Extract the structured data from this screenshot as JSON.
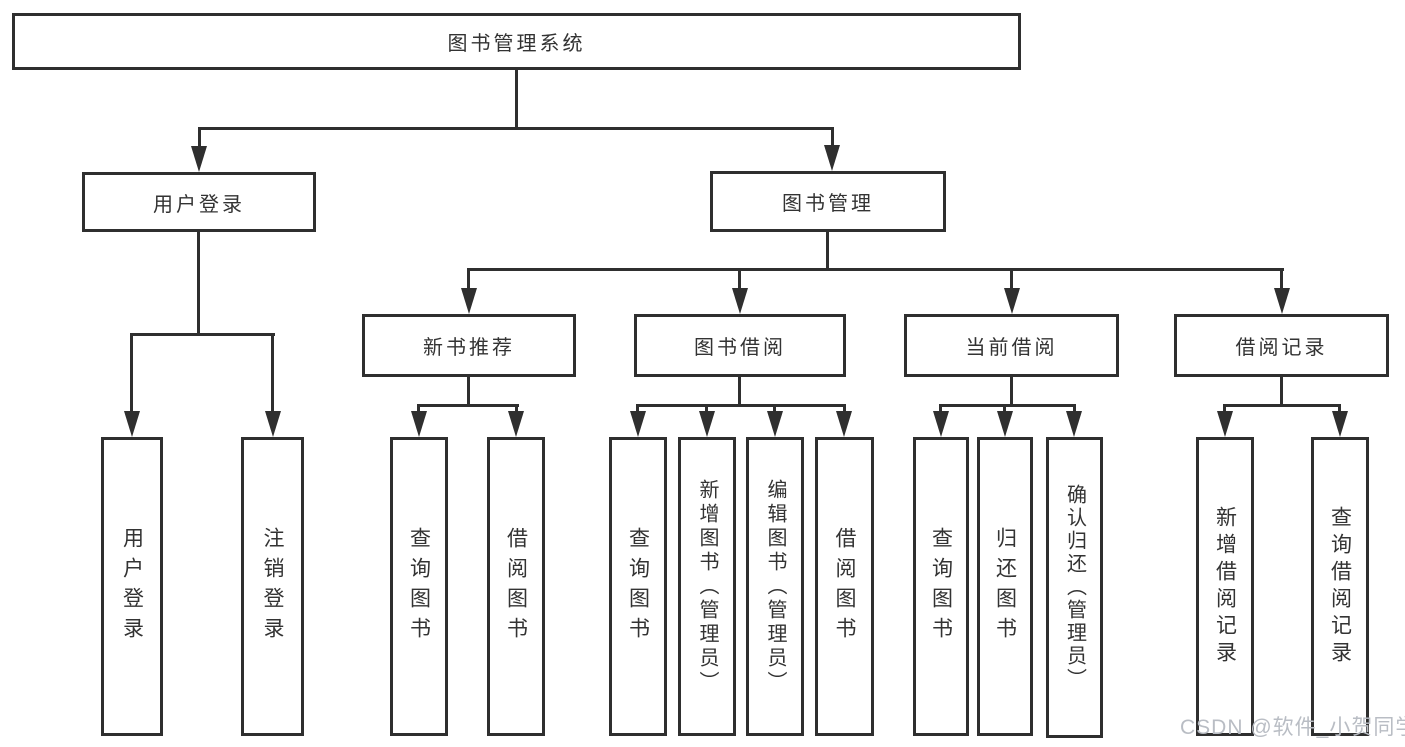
{
  "diagram": {
    "root": "图书管理系统",
    "level2": [
      "用户登录",
      "图书管理"
    ],
    "level3": [
      "新书推荐",
      "图书借阅",
      "当前借阅",
      "借阅记录"
    ],
    "leaves": {
      "user_login": [
        "用户登录",
        "注销登录"
      ],
      "new_book_recommend": [
        "查询图书",
        "借阅图书"
      ],
      "book_borrow": [
        "查询图书",
        "新增图书（管理员）",
        "编辑图书（管理员）",
        "借阅图书"
      ],
      "current_borrow": [
        "查询图书",
        "归还图书",
        "确认归还（管理员）"
      ],
      "borrow_records": [
        "新增借阅记录",
        "查询借阅记录"
      ]
    }
  },
  "watermark": {
    "text": "CSDN @软件_小贺同学",
    "color": "#b9bdc4"
  },
  "colors": {
    "line": "#2f2f2f",
    "border": "#2f2f2f",
    "text": "#333333",
    "background": "#ffffff"
  }
}
